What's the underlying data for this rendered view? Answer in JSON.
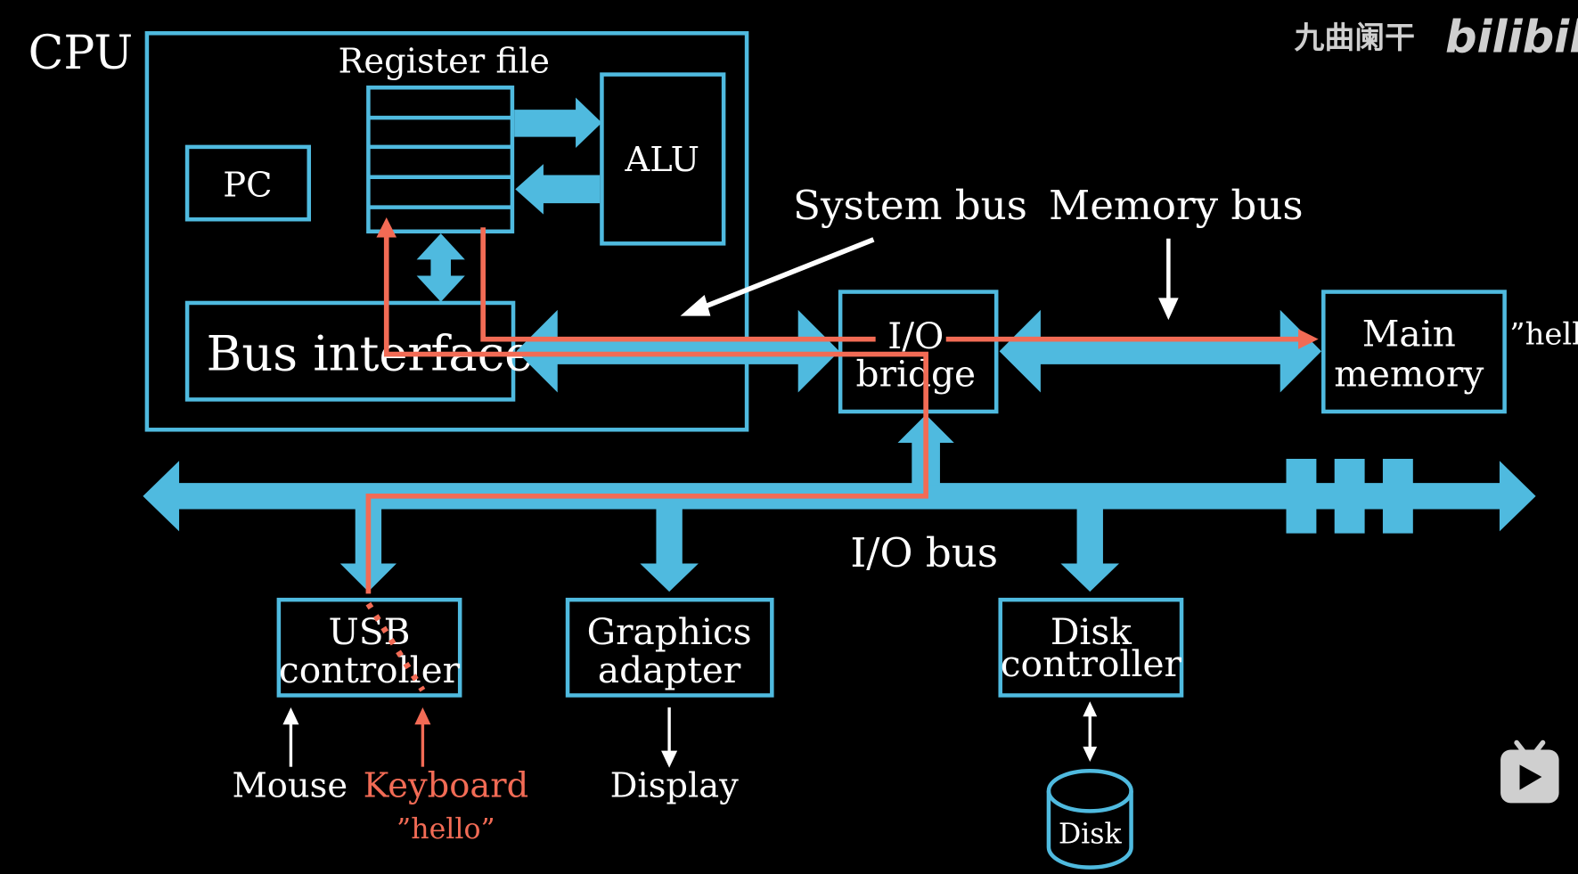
{
  "colors": {
    "background": "#000000",
    "bus": "#4fbadf",
    "box": "#4fbadf",
    "path": "#f26b55",
    "text": "#ffffff",
    "watermark": "#cfcfcf"
  },
  "watermark": {
    "channel": "九曲阑干",
    "brand": "bilibili",
    "play_icon": "tv-play-icon"
  },
  "cpu": {
    "label": "CPU",
    "register_file": "Register file",
    "register_count": 5,
    "alu": "ALU",
    "pc": "PC",
    "bus_interface": "Bus interface"
  },
  "labels": {
    "system_bus": "System bus",
    "memory_bus": "Memory bus",
    "io_bridge_line1": "I/O",
    "io_bridge_line2": "bridge",
    "main_memory_line1": "Main",
    "main_memory_line2": "memory",
    "memory_content": "”hello”",
    "io_bus": "I/O bus"
  },
  "devices": {
    "usb_line1": "USB",
    "usb_line2": "controller",
    "graphics_line1": "Graphics",
    "graphics_line2": "adapter",
    "disk_ctrl_line1": "Disk",
    "disk_ctrl_line2": "controller",
    "mouse": "Mouse",
    "keyboard": "Keyboard",
    "keyboard_input": "”hello”",
    "display": "Display",
    "disk": "Disk"
  }
}
